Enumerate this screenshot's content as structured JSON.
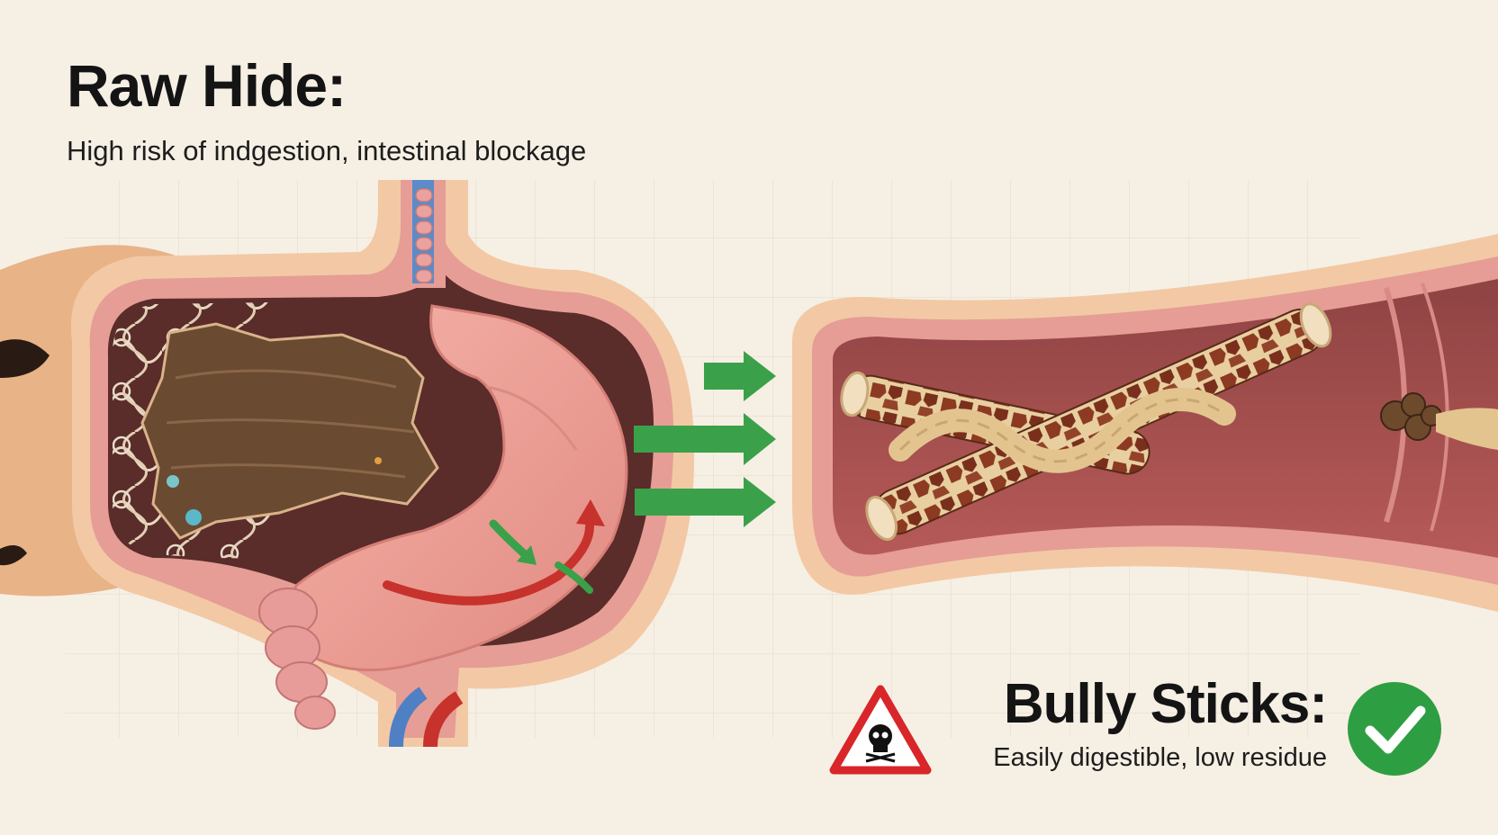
{
  "raw_hide": {
    "title": "Raw Hide:",
    "subtitle": "High risk of indgestion, intestinal blockage"
  },
  "bully_sticks": {
    "title": "Bully Sticks:",
    "subtitle": "Easily digestible, low residue"
  },
  "icons": {
    "warning": "skull-warning-icon",
    "check": "check-circle-icon"
  },
  "colors": {
    "background": "#f6efe4",
    "tissue_pink": "#e99a94",
    "stomach_pink": "#ef9f95",
    "arrow_green": "#3aa14a",
    "warning_red": "#d8262a",
    "check_green": "#2e9e42",
    "rawhide_brown": "#6b4a32"
  }
}
